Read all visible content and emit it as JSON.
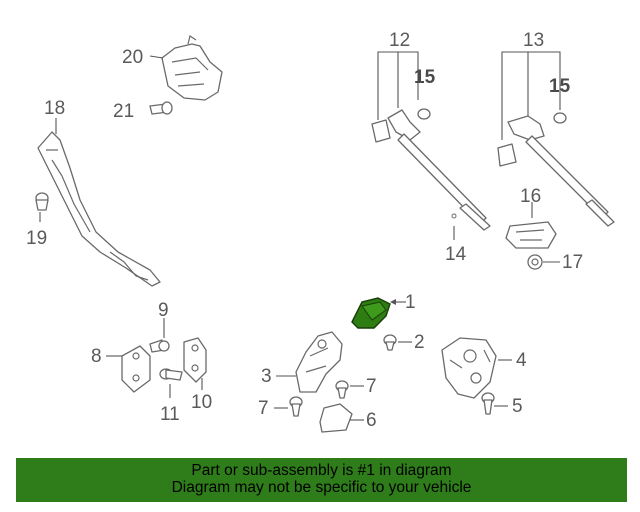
{
  "callouts": {
    "c1": "1",
    "c2": "2",
    "c3": "3",
    "c4": "4",
    "c5": "5",
    "c6": "6",
    "c7a": "7",
    "c7b": "7",
    "c8": "8",
    "c9": "9",
    "c10": "10",
    "c11": "11",
    "c12": "12",
    "c13": "13",
    "c14": "14",
    "c15a": "15",
    "c15b": "15",
    "c16": "16",
    "c17": "17",
    "c18": "18",
    "c19": "19",
    "c20": "20",
    "c21": "21"
  },
  "highlight": {
    "part": "1",
    "color": "#2e7d12"
  },
  "banner": {
    "line1": "Part or sub-assembly is #1 in diagram",
    "line2": "Diagram may not be specific to your vehicle",
    "color": "#2f7d1a"
  }
}
